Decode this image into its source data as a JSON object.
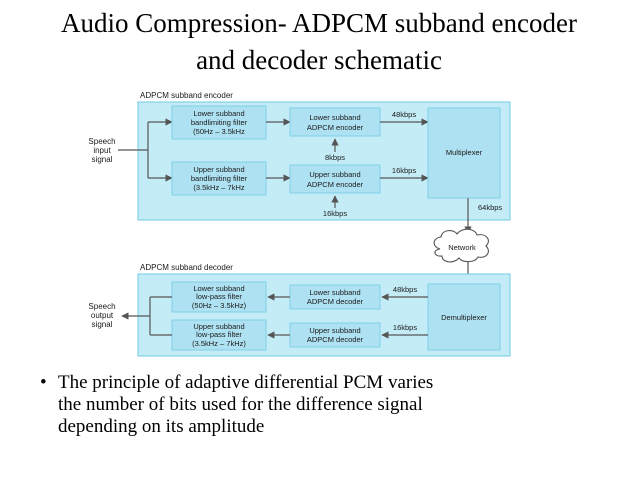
{
  "title": {
    "line1": "Audio Compression- ADPCM subband encoder",
    "line2": "and decoder schematic"
  },
  "encoder": {
    "title": "ADPCM subband encoder",
    "input_label": [
      "Speech",
      "input",
      "signal"
    ],
    "lower_filter": [
      "Lower subband",
      "bandlimiting filter",
      "(50Hz – 3.5kHz"
    ],
    "upper_filter": [
      "Upper subband",
      "bandlimiting filter",
      "(3.5kHz – 7kHz"
    ],
    "lower_coder": [
      "Lower subband",
      "ADPCM encoder"
    ],
    "upper_coder": [
      "Upper subband",
      "ADPCM encoder"
    ],
    "lower_rate": "48kbps",
    "upper_rate": "16kbps",
    "lower_ctrl": "8kbps",
    "upper_ctrl": "16kbps",
    "mux": "Multiplexer"
  },
  "link_rate": "64kbps",
  "network": "Network",
  "decoder": {
    "title": "ADPCM subband decoder",
    "output_label": [
      "Speech",
      "output",
      "signal"
    ],
    "lower_filter": [
      "Lower subband",
      "low-pass filter",
      "(50Hz – 3.5kHz)"
    ],
    "upper_filter": [
      "Upper subband",
      "low-pass filter",
      "(3.5kHz – 7kHz)"
    ],
    "lower_coder": [
      "Lower subband",
      "ADPCM decoder"
    ],
    "upper_coder": [
      "Upper subband",
      "ADPCM decoder"
    ],
    "lower_rate": "48kbps",
    "upper_rate": "16kbps",
    "demux": "Demultiplexer"
  },
  "bullet": {
    "line1": "The principle of adaptive differential PCM varies",
    "line2": "the number of bits used for the difference signal",
    "line3": "depending on its amplitude"
  },
  "colors": {
    "panel": "#c4ecf7",
    "panel_border": "#6fcbe3",
    "box_fill": "#aee1f1",
    "box_border": "#7fd0e8",
    "arrow": "#555555"
  }
}
